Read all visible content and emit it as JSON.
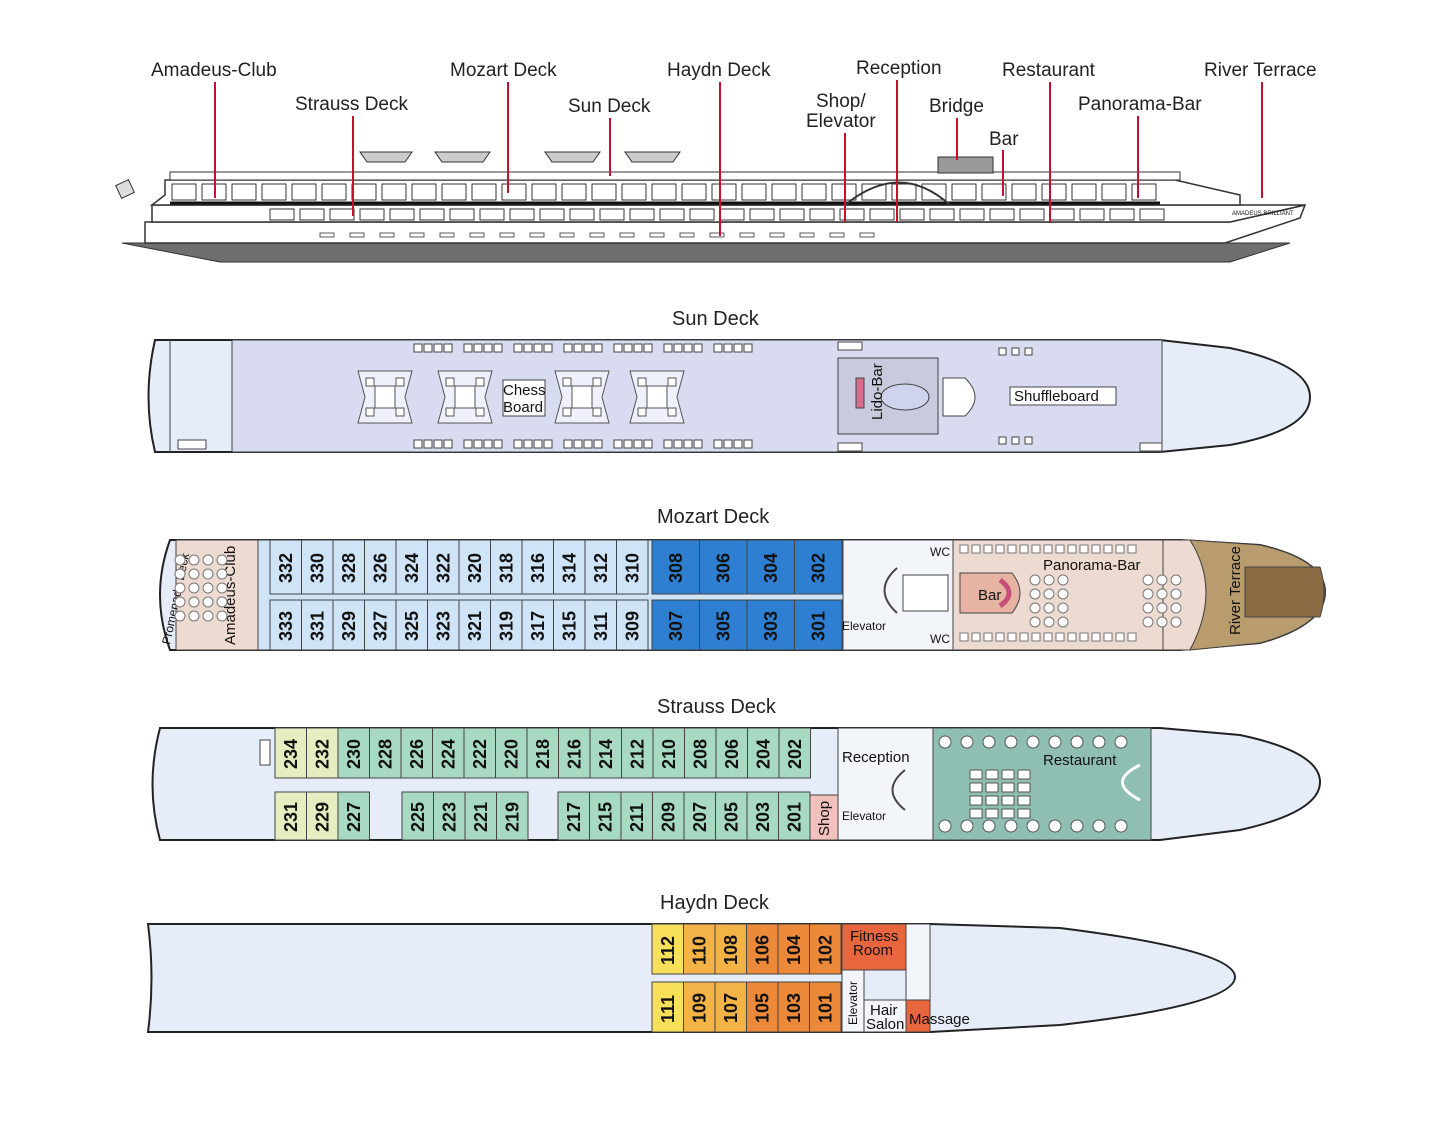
{
  "profile": {
    "labels": {
      "amadeus_club": "Amadeus-Club",
      "strauss_deck": "Strauss Deck",
      "mozart_deck": "Mozart Deck",
      "sun_deck": "Sun Deck",
      "haydn_deck": "Haydn Deck",
      "shop_elevator_1": "Shop/",
      "shop_elevator_2": "Elevator",
      "reception": "Reception",
      "bridge": "Bridge",
      "bar": "Bar",
      "restaurant": "Restaurant",
      "panorama_bar": "Panorama-Bar",
      "river_terrace": "River Terrace"
    },
    "ship_name": "AMADEUS BRILLIANT"
  },
  "decks": {
    "sun": {
      "title": "Sun Deck",
      "chess_1": "Chess",
      "chess_2": "Board",
      "lido_bar": "Lido-Bar",
      "shuffleboard": "Shuffleboard"
    },
    "mozart": {
      "title": "Mozart Deck",
      "promenade": "Promenade Deck",
      "amadeus_club": "Amadeus-Club",
      "top_cabins": [
        "332",
        "330",
        "328",
        "326",
        "324",
        "322",
        "320",
        "318",
        "316",
        "314",
        "312",
        "310"
      ],
      "top_suites": [
        "308",
        "306",
        "304",
        "302"
      ],
      "bottom_cabins": [
        "333",
        "331",
        "329",
        "327",
        "325",
        "323",
        "321",
        "319",
        "317",
        "315",
        "311",
        "309"
      ],
      "bottom_suites": [
        "307",
        "305",
        "303",
        "301"
      ],
      "wc": "WC",
      "elevator": "Elevator",
      "bar": "Bar",
      "panorama_bar": "Panorama-Bar",
      "river_terrace": "River Terrace"
    },
    "strauss": {
      "title": "Strauss Deck",
      "top_light": [
        "234",
        "232"
      ],
      "top_cabins": [
        "230",
        "228",
        "226",
        "224",
        "222",
        "220",
        "218",
        "216",
        "214",
        "212",
        "210",
        "208",
        "206",
        "204",
        "202"
      ],
      "bottom_light": [
        "231",
        "229"
      ],
      "bottom_a": [
        "227"
      ],
      "bottom_b": [
        "225",
        "223",
        "221",
        "219"
      ],
      "bottom_c": [
        "217",
        "215",
        "211",
        "209",
        "207",
        "205",
        "203",
        "201"
      ],
      "shop": "Shop",
      "reception": "Reception",
      "elevator": "Elevator",
      "restaurant": "Restaurant"
    },
    "haydn": {
      "title": "Haydn Deck",
      "top_cabins": [
        "112",
        "110",
        "108",
        "106",
        "104",
        "102"
      ],
      "bottom_cabins": [
        "111",
        "109",
        "107",
        "105",
        "103",
        "101"
      ],
      "fitness_1": "Fitness",
      "fitness_2": "Room",
      "elevator": "Elevator",
      "hair_1": "Hair",
      "hair_2": "Salon",
      "massage": "Massage"
    }
  },
  "colors": {
    "hull": "#e6edf8",
    "sun_deck": "#d9dcf0",
    "mozart_cabin": "#cfe4f7",
    "mozart_suite": "#2e7fd1",
    "mozart_public": "#eddad0",
    "terrace": "#b99c6e",
    "strauss_cabin": "#a8d9c3",
    "strauss_light": "#e4eec0",
    "restaurant": "#8fbfb2",
    "haydn_yellow": "#f8e05a",
    "haydn_orange": "#f3b347",
    "haydn_deep": "#ec8a3a",
    "fitness": "#e8663d",
    "leader": "#c8102e"
  }
}
